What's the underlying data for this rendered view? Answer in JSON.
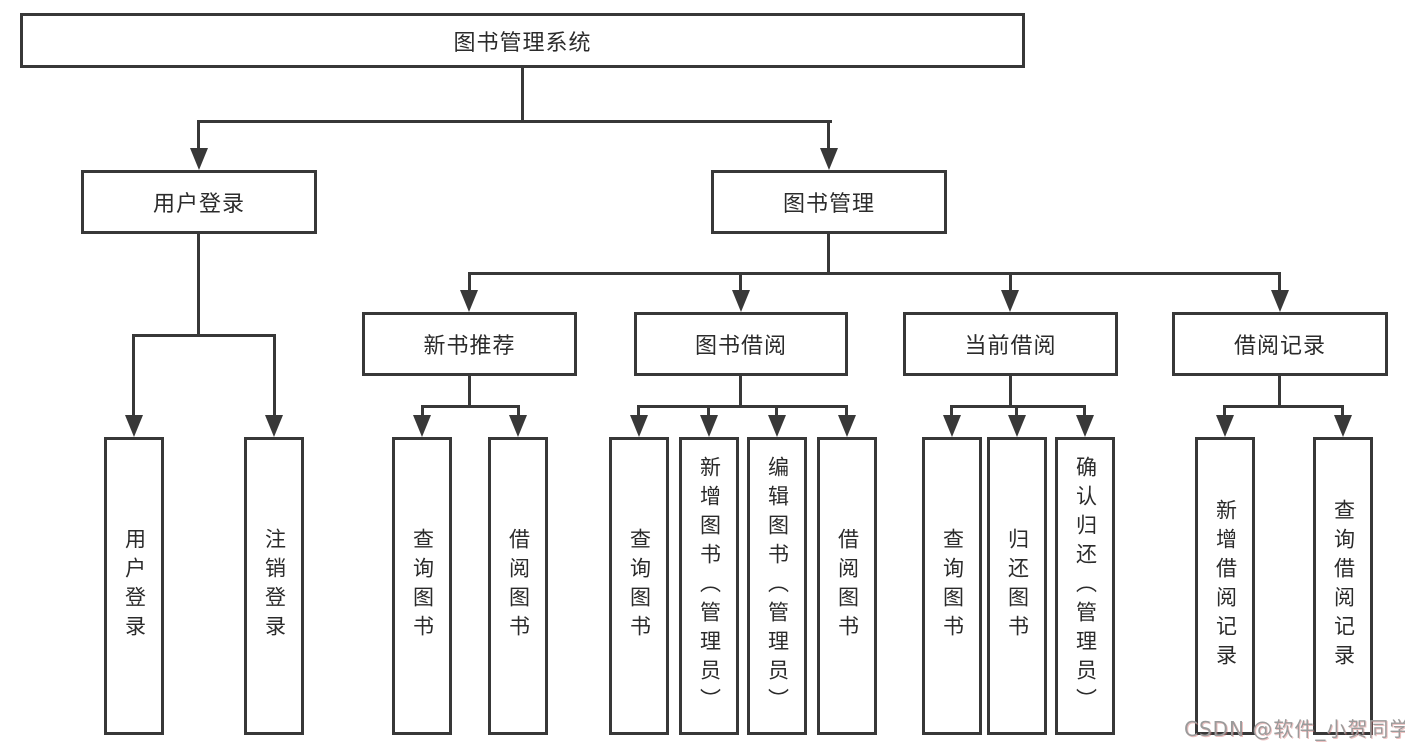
{
  "tree": {
    "root": {
      "label": "图书管理系统"
    },
    "children": [
      {
        "label": "用户登录",
        "children": [
          {
            "label": "用户登录"
          },
          {
            "label": "注销登录"
          }
        ]
      },
      {
        "label": "图书管理",
        "children": [
          {
            "label": "新书推荐",
            "children": [
              {
                "label": "查询图书"
              },
              {
                "label": "借阅图书"
              }
            ]
          },
          {
            "label": "图书借阅",
            "children": [
              {
                "label": "查询图书"
              },
              {
                "label": "新增图书（管理员）"
              },
              {
                "label": "编辑图书（管理员）"
              },
              {
                "label": "借阅图书"
              }
            ]
          },
          {
            "label": "当前借阅",
            "children": [
              {
                "label": "查询图书"
              },
              {
                "label": "归还图书"
              },
              {
                "label": "确认归还（管理员）"
              }
            ]
          },
          {
            "label": "借阅记录",
            "children": [
              {
                "label": "新增借阅记录"
              },
              {
                "label": "查询借阅记录"
              }
            ]
          }
        ]
      }
    ]
  },
  "watermark": {
    "text": "CSDN @软件_小贺同学"
  },
  "colors": {
    "line": "#383838",
    "text": "#2b2b2b",
    "background": "#ffffff",
    "watermark": "#9b9b9b"
  }
}
